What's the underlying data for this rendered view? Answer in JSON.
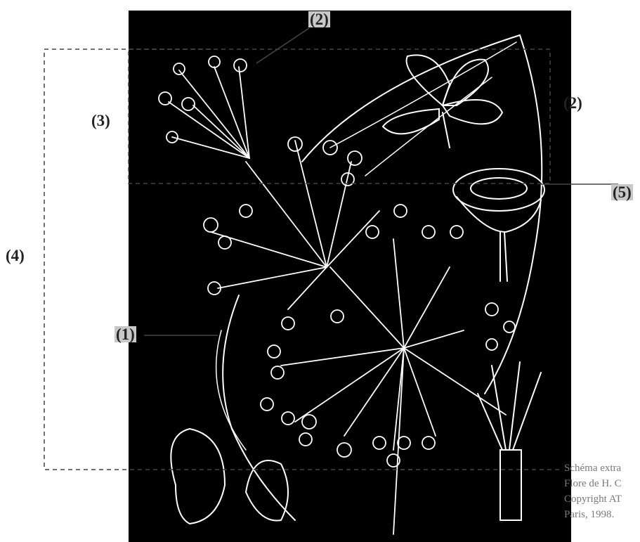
{
  "labels": {
    "l1": "(1)",
    "l2_top": "(2)",
    "l2_right": "(2)",
    "l3": "(3)",
    "l4": "(4)",
    "l5": "(5)"
  },
  "credit": {
    "line1": "Schéma extra",
    "line2": "Flore de H. C",
    "line3": "Copyright AT",
    "line4": "Paris, 1998."
  },
  "colors": {
    "panel": "#000000",
    "drawing": "#ffffff",
    "labels": "#222222",
    "label_bg": "#c8c8c8",
    "leader_lines": "#444444",
    "credit_text": "#7a7a7a"
  }
}
